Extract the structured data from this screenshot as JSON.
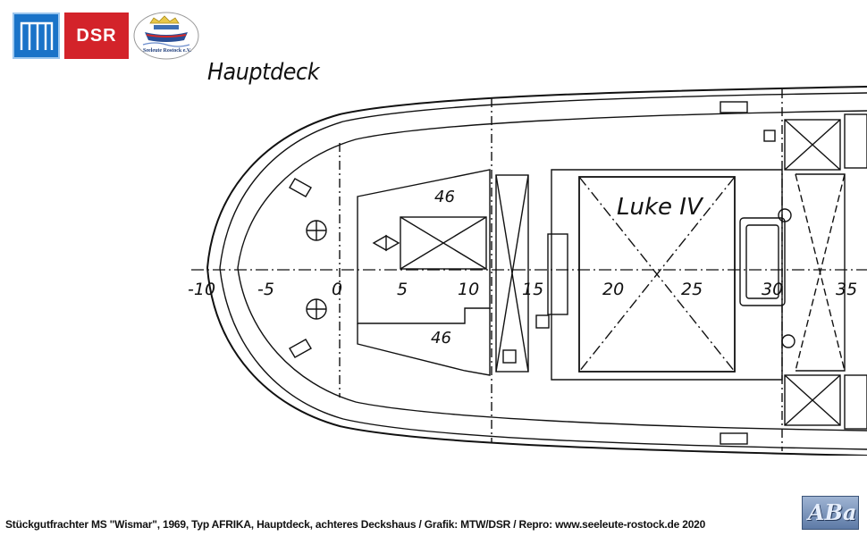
{
  "header": {
    "logo_mtw": "MTW",
    "logo_dsr": "DSR",
    "logo_seal": "Seeleute Rostock e.V."
  },
  "title": "Hauptdeck",
  "plan": {
    "frame_marks": [
      "-10",
      "-5",
      "0",
      "5",
      "10",
      "15",
      "20",
      "25",
      "30",
      "35"
    ],
    "rooms": [
      "46",
      "46"
    ],
    "hatch": "Luke IV"
  },
  "caption": "Stückgutfrachter MS \"Wismar\", 1969, Typ AFRIKA, Hauptdeck, achteres Deckshaus / Grafik: MTW/DSR / Repro: www.seeleute-rostock.de 2020",
  "badge": "ABa"
}
